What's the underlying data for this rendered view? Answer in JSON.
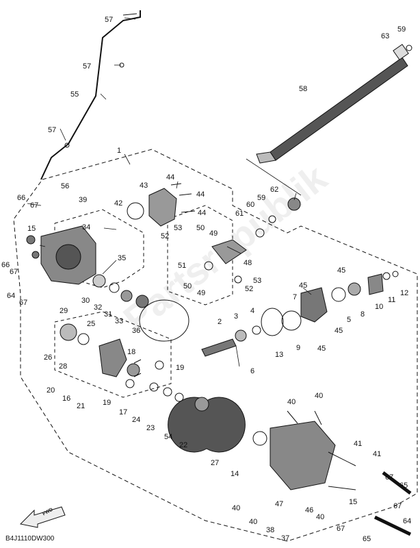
{
  "diagram_code": "B4J1110DW300",
  "direction_label": "FWD",
  "watermark": "Partsrepublik",
  "callouts": [
    {
      "id": "c57a",
      "text": "57"
    },
    {
      "id": "c57b",
      "text": "57"
    },
    {
      "id": "c55",
      "text": "55"
    },
    {
      "id": "c57c",
      "text": "57"
    },
    {
      "id": "c56",
      "text": "56"
    },
    {
      "id": "c66a",
      "text": "66"
    },
    {
      "id": "c67a",
      "text": "67"
    },
    {
      "id": "c39",
      "text": "39"
    },
    {
      "id": "c15a",
      "text": "15"
    },
    {
      "id": "c34",
      "text": "34"
    },
    {
      "id": "c66b",
      "text": "66"
    },
    {
      "id": "c67b",
      "text": "67"
    },
    {
      "id": "c35",
      "text": "35"
    },
    {
      "id": "c67c",
      "text": "67"
    },
    {
      "id": "c64a",
      "text": "64"
    },
    {
      "id": "c29",
      "text": "29"
    },
    {
      "id": "c30",
      "text": "30"
    },
    {
      "id": "c32",
      "text": "32"
    },
    {
      "id": "c31",
      "text": "31"
    },
    {
      "id": "c33",
      "text": "33"
    },
    {
      "id": "c36",
      "text": "36"
    },
    {
      "id": "c1",
      "text": "1"
    },
    {
      "id": "c43",
      "text": "43"
    },
    {
      "id": "c44a",
      "text": "44"
    },
    {
      "id": "c44b",
      "text": "44"
    },
    {
      "id": "c42",
      "text": "42"
    },
    {
      "id": "c44c",
      "text": "44"
    },
    {
      "id": "c53a",
      "text": "53"
    },
    {
      "id": "c52a",
      "text": "52"
    },
    {
      "id": "c50a",
      "text": "50"
    },
    {
      "id": "c49a",
      "text": "49"
    },
    {
      "id": "c51",
      "text": "51"
    },
    {
      "id": "c50b",
      "text": "50"
    },
    {
      "id": "c49b",
      "text": "49"
    },
    {
      "id": "c48",
      "text": "48"
    },
    {
      "id": "c53b",
      "text": "53"
    },
    {
      "id": "c52b",
      "text": "52"
    },
    {
      "id": "c63",
      "text": "63"
    },
    {
      "id": "c59a",
      "text": "59"
    },
    {
      "id": "c58",
      "text": "58"
    },
    {
      "id": "c62",
      "text": "62"
    },
    {
      "id": "c59b",
      "text": "59"
    },
    {
      "id": "c60",
      "text": "60"
    },
    {
      "id": "c61",
      "text": "61"
    },
    {
      "id": "c45a",
      "text": "45"
    },
    {
      "id": "c45b",
      "text": "45"
    },
    {
      "id": "c12",
      "text": "12"
    },
    {
      "id": "c11",
      "text": "11"
    },
    {
      "id": "c10",
      "text": "10"
    },
    {
      "id": "c8",
      "text": "8"
    },
    {
      "id": "c7",
      "text": "7"
    },
    {
      "id": "c5",
      "text": "5"
    },
    {
      "id": "c45c",
      "text": "45"
    },
    {
      "id": "c45d",
      "text": "45"
    },
    {
      "id": "c9",
      "text": "9"
    },
    {
      "id": "c13",
      "text": "13"
    },
    {
      "id": "c4",
      "text": "4"
    },
    {
      "id": "c3",
      "text": "3"
    },
    {
      "id": "c2",
      "text": "2"
    },
    {
      "id": "c25",
      "text": "25"
    },
    {
      "id": "c26",
      "text": "26"
    },
    {
      "id": "c28",
      "text": "28"
    },
    {
      "id": "c18",
      "text": "18"
    },
    {
      "id": "c19a",
      "text": "19"
    },
    {
      "id": "c6",
      "text": "6"
    },
    {
      "id": "c20",
      "text": "20"
    },
    {
      "id": "c16",
      "text": "16"
    },
    {
      "id": "c21",
      "text": "21"
    },
    {
      "id": "c19b",
      "text": "19"
    },
    {
      "id": "c17",
      "text": "17"
    },
    {
      "id": "c24",
      "text": "24"
    },
    {
      "id": "c23",
      "text": "23"
    },
    {
      "id": "c54",
      "text": "54"
    },
    {
      "id": "c22",
      "text": "22"
    },
    {
      "id": "c27",
      "text": "27"
    },
    {
      "id": "c14",
      "text": "14"
    },
    {
      "id": "c40a",
      "text": "40"
    },
    {
      "id": "c40b",
      "text": "40"
    },
    {
      "id": "c41a",
      "text": "41"
    },
    {
      "id": "c41b",
      "text": "41"
    },
    {
      "id": "c67d",
      "text": "67"
    },
    {
      "id": "c65a",
      "text": "65"
    },
    {
      "id": "c67e",
      "text": "67"
    },
    {
      "id": "c64b",
      "text": "64"
    },
    {
      "id": "c15b",
      "text": "15"
    },
    {
      "id": "c40c",
      "text": "40"
    },
    {
      "id": "c47",
      "text": "47"
    },
    {
      "id": "c46",
      "text": "46"
    },
    {
      "id": "c40d",
      "text": "40"
    },
    {
      "id": "c38",
      "text": "38"
    },
    {
      "id": "c37",
      "text": "37"
    },
    {
      "id": "c40e",
      "text": "40"
    },
    {
      "id": "c67f",
      "text": "67"
    },
    {
      "id": "c65b",
      "text": "65"
    }
  ]
}
